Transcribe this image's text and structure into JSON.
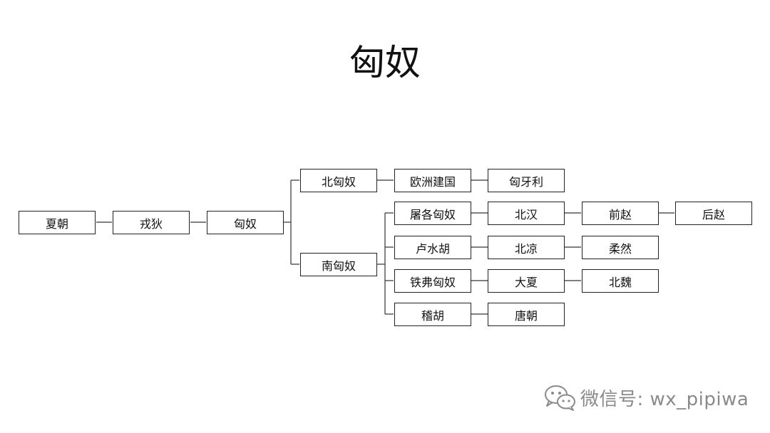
{
  "title": "匈奴",
  "nodes": {
    "xia_chao": "夏朝",
    "rong_di": "戎狄",
    "xiong_nu": "匈奴",
    "bei_xiong_nu": "北匈奴",
    "nan_xiong_nu": "南匈奴",
    "ou_zhou_jian_guo": "欧洲建国",
    "xiong_ya_li": "匈牙利",
    "tu_ge_xiong_nu": "屠各匈奴",
    "bei_han": "北汉",
    "qian_zhao": "前赵",
    "hou_zhao": "后赵",
    "lu_shui_hu": "卢水胡",
    "bei_liang": "北凉",
    "rou_ran": "柔然",
    "tie_fu_xiong_nu": "铁弗匈奴",
    "da_xia": "大夏",
    "bei_wei": "北魏",
    "ji_hu": "稽胡",
    "tang_chao": "唐朝"
  },
  "watermark": {
    "text": "微信号: wx_pipiwa",
    "icon": "wechat-icon"
  },
  "colors": {
    "line": "#333333",
    "border": "#222222",
    "watermark": "#8a8a8a"
  }
}
